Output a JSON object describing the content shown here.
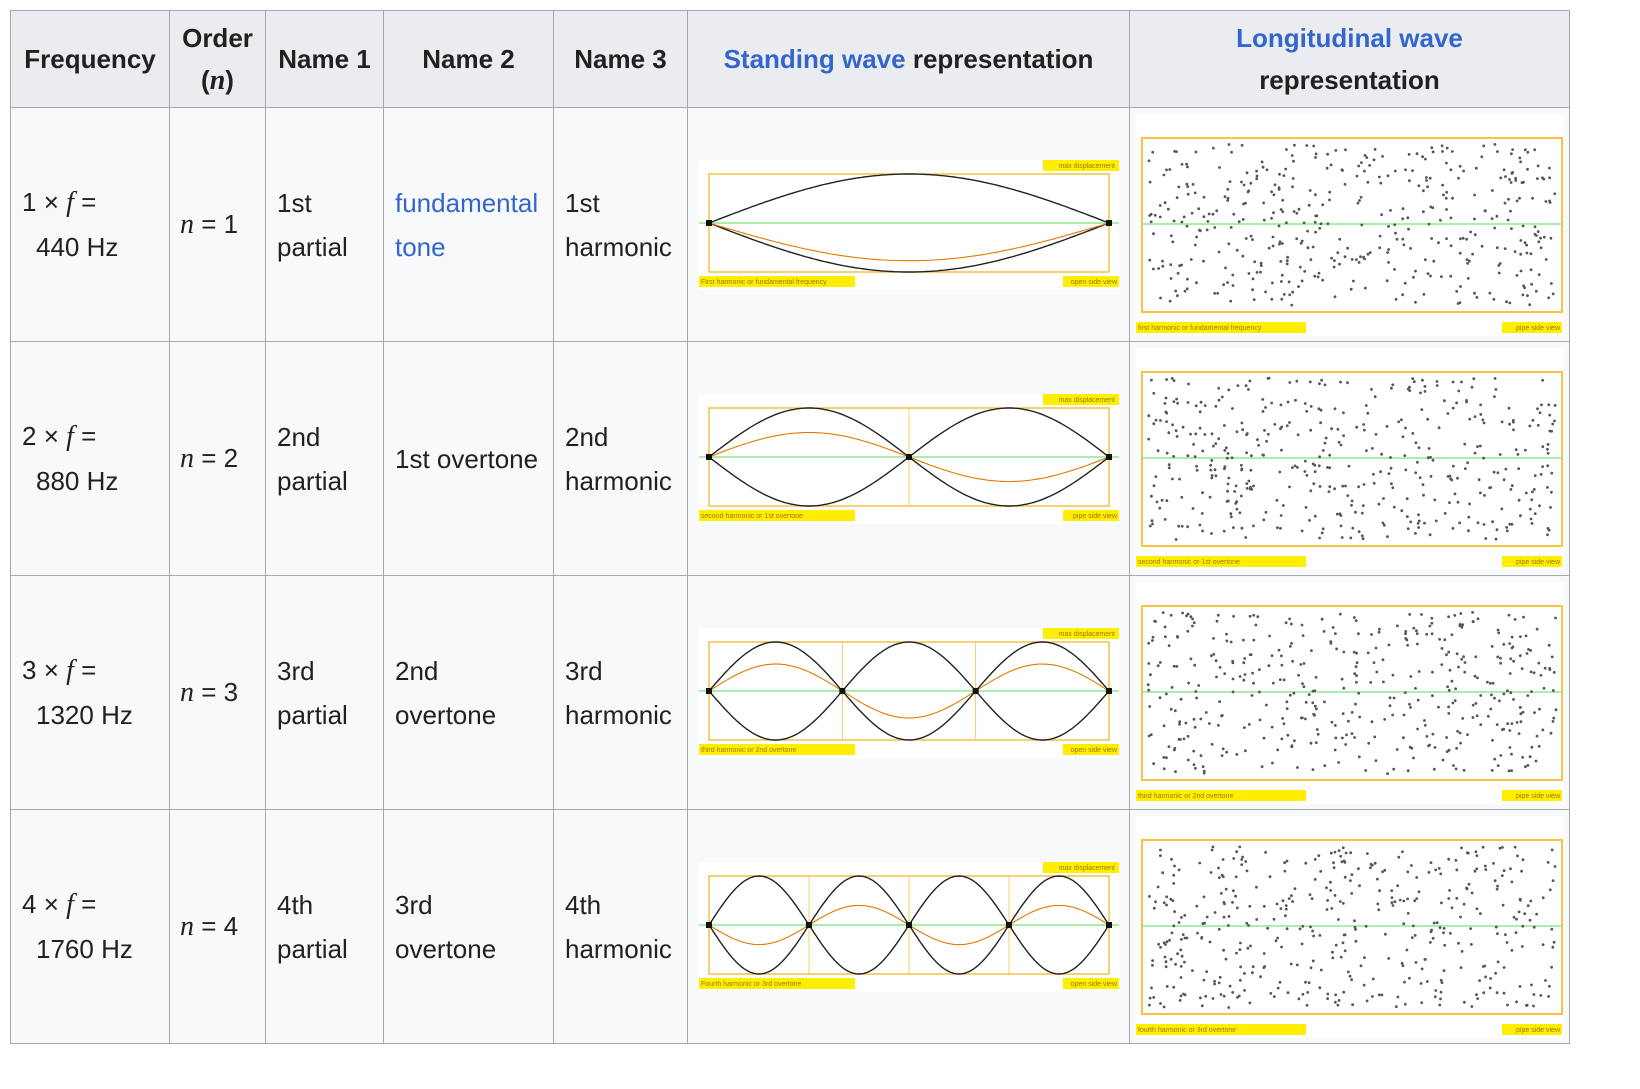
{
  "headers": {
    "frequency": "Frequency",
    "order_line1": "Order",
    "order_var": "n",
    "name1": "Name 1",
    "name2": "Name 2",
    "name3": "Name 3",
    "standing_link": "Standing wave",
    "standing_rest": " representation",
    "longitudinal_link": "Longitudinal wave",
    "longitudinal_rest": "representation"
  },
  "rows": [
    {
      "mult": "1",
      "hz": "440 Hz",
      "n": "1",
      "name1_a": "1st",
      "name1_b": "partial",
      "name2_a": "fundamental",
      "name2_b": "tone",
      "name2_is_link": true,
      "name3_a": "1st",
      "name3_b": "harmonic",
      "sw_label_left": "First harmonic or fundamental frequency",
      "sw_label_right": "open side view",
      "lw_label_left": "first harmonic or fundamental frequency",
      "lw_label_right": "pipe side view"
    },
    {
      "mult": "2",
      "hz": "880 Hz",
      "n": "2",
      "name1_a": "2nd",
      "name1_b": "partial",
      "name2_a": "1st overtone",
      "name2_b": "",
      "name2_is_link": false,
      "name3_a": "2nd",
      "name3_b": "harmonic",
      "sw_label_left": "second harmonic or 1st overtone",
      "sw_label_right": "pipe side view",
      "lw_label_left": "second harmonic or 1st overtone",
      "lw_label_right": "pipe side view"
    },
    {
      "mult": "3",
      "hz": "1320 Hz",
      "n": "3",
      "name1_a": "3rd",
      "name1_b": "partial",
      "name2_a": "2nd",
      "name2_b": "overtone",
      "name2_is_link": false,
      "name3_a": "3rd",
      "name3_b": "harmonic",
      "sw_label_left": "third harmonic or 2nd overtone",
      "sw_label_right": "open side view",
      "lw_label_left": "third harmonic or 2nd overtone",
      "lw_label_right": "pipe side view"
    },
    {
      "mult": "4",
      "hz": "1760 Hz",
      "n": "4",
      "name1_a": "4th",
      "name1_b": "partial",
      "name2_a": "3rd",
      "name2_b": "overtone",
      "name2_is_link": false,
      "name3_a": "4th",
      "name3_b": "harmonic",
      "sw_label_left": "Fourth harmonic or 3rd overtone",
      "sw_label_right": "open side view",
      "lw_label_left": "fourth harmonic or 3rd overtone",
      "lw_label_right": "pipe side view"
    }
  ],
  "symbols": {
    "times": "×",
    "f": "f",
    "eq": "="
  },
  "standing_top_label": "max displacement",
  "colors": {
    "link": "#3366cc",
    "border": "#a2a9b1",
    "header_bg": "#eaecf0",
    "cell_bg": "#f8f9fa",
    "frame": "#f6c343",
    "label_bg": "#ffee00",
    "axis": "#8fe88f",
    "wave": "#222222",
    "wave_mid": "#e07b00"
  }
}
